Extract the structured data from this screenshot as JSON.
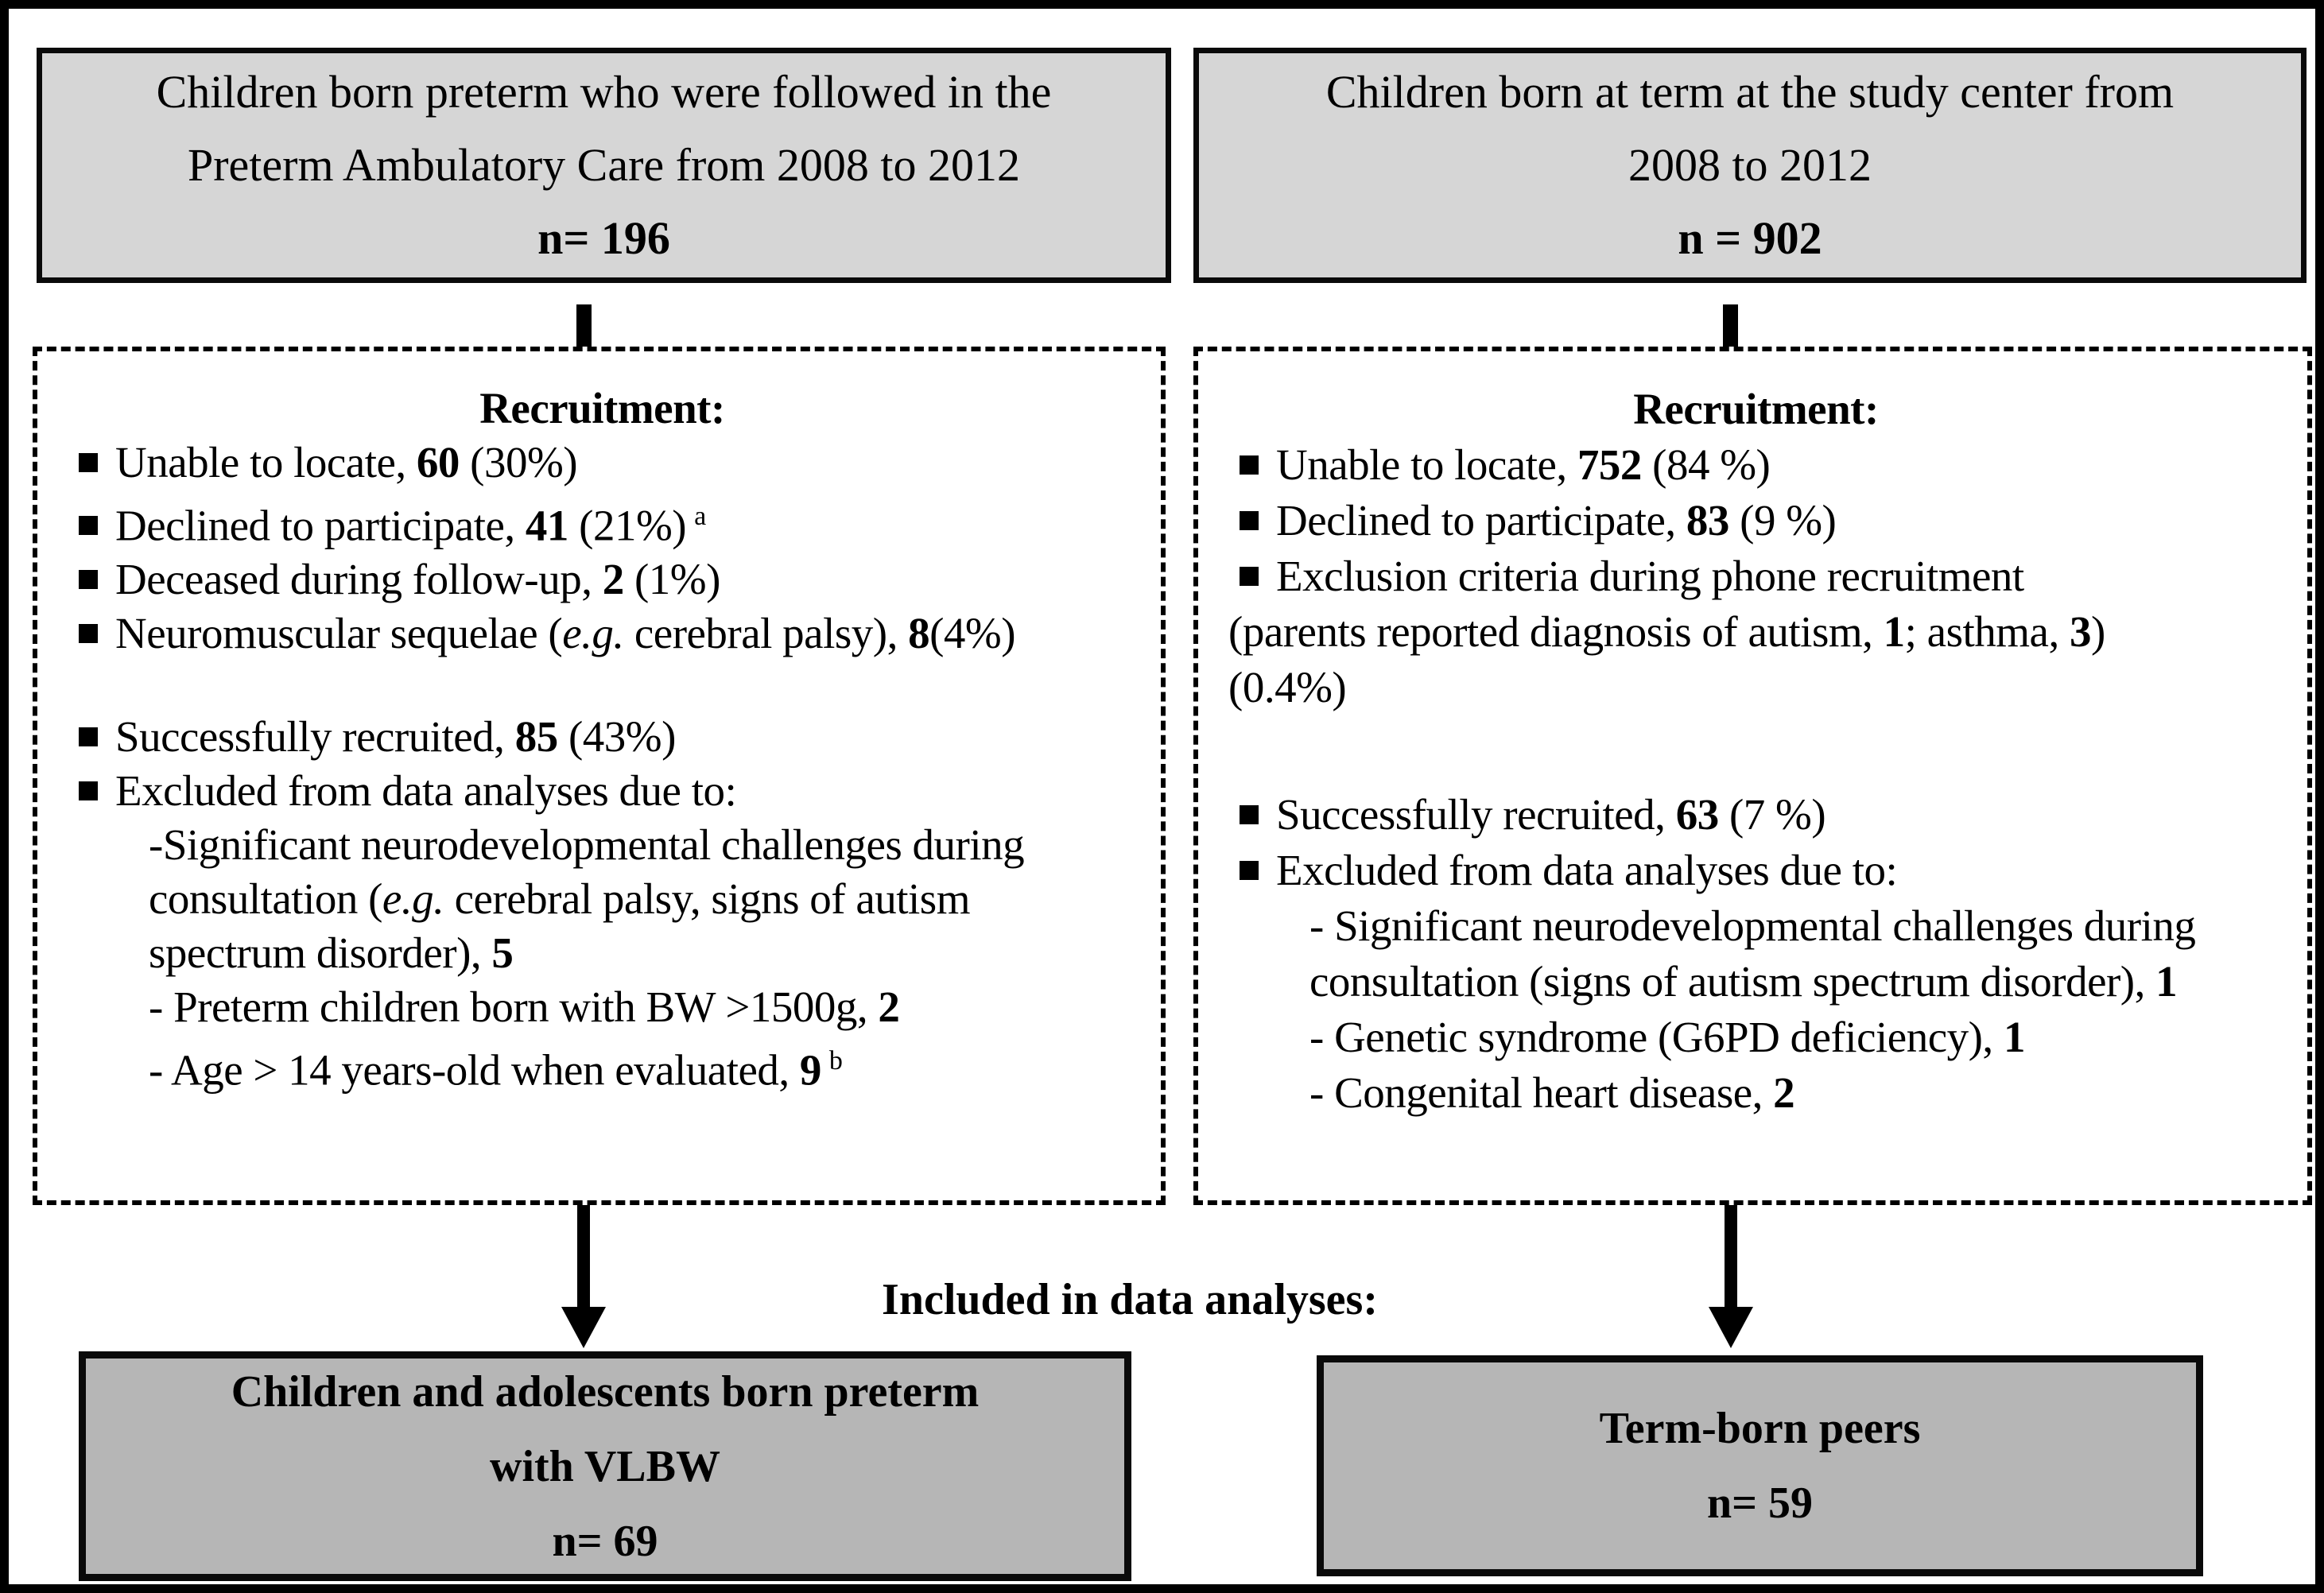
{
  "colors": {
    "source_box_fill": "#d6d6d6",
    "outcome_box_fill": "#b6b6b6",
    "line_color": "#000000"
  },
  "top_left_box": {
    "line1": "Children born preterm who were followed in the",
    "line2": "Preterm Ambulatory Care from 2008 to 2012",
    "n": "n= 196"
  },
  "top_right_box": {
    "line1": "Children born at term at the study center from",
    "line2": "2008 to 2012",
    "n": "n = 902"
  },
  "left_panel": {
    "title": "Recruitment:",
    "unable": {
      "pre": "Unable to locate, ",
      "num": "60",
      "post": " (30%)"
    },
    "declined": {
      "pre": "Declined to participate, ",
      "num": "41",
      "post": " (21%)",
      "sup": "a"
    },
    "deceased": {
      "pre": "Deceased during follow-up, ",
      "num": "2",
      "post": " (1%)"
    },
    "neuro": {
      "pre": "Neuromuscular sequelae (",
      "italic": "e.g.",
      "mid": " cerebral palsy), ",
      "num": "8",
      "post": "(4%)"
    },
    "recruited": {
      "pre": "Successfully recruited, ",
      "num": "85",
      "post": " (43%)"
    },
    "excluded": "Excluded from data analyses due to:",
    "sig_line1": "-Significant neurodevelopmental challenges during",
    "sig_line2_pre": "consultation (",
    "sig_line2_italic": "e.g.",
    "sig_line2_post": " cerebral palsy, signs of autism",
    "sig_line3": {
      "pre": "spectrum disorder), ",
      "num": "5"
    },
    "preterm_bw": {
      "pre": "- Preterm children born with BW >1500g, ",
      "num": "2"
    },
    "age": {
      "pre": "- Age > 14 years-old when evaluated, ",
      "num": "9",
      "sup": "b"
    }
  },
  "right_panel": {
    "title": "Recruitment:",
    "unable": {
      "pre": "Unable to locate, ",
      "num": "752",
      "post": " (84 %)"
    },
    "declined": {
      "pre": "Declined to participate, ",
      "num": "83",
      "post": " (9 %)"
    },
    "exclusion_line1": "Exclusion criteria during phone recruitment",
    "exclusion_line2": {
      "pre": "(parents reported diagnosis of autism, ",
      "num1": "1",
      "mid": "; asthma, ",
      "num2": "3",
      "post": ")"
    },
    "exclusion_line3": "(0.4%)",
    "recruited": {
      "pre": "Successfully recruited, ",
      "num": "63",
      "post": " (7 %)"
    },
    "excluded": "Excluded from data analyses due to:",
    "sig_line1": "- Significant neurodevelopmental challenges during",
    "sig_line2": {
      "pre": "consultation (signs of autism spectrum disorder), ",
      "num": "1"
    },
    "genetic": {
      "pre": "- Genetic syndrome (G6PD deficiency), ",
      "num": "1"
    },
    "heart": {
      "pre": "- Congenital heart disease, ",
      "num": "2"
    }
  },
  "middle_label": "Included in data analyses:",
  "bottom_left_box": {
    "line1": "Children and adolescents born preterm",
    "line2": "with VLBW",
    "n": "n= 69"
  },
  "bottom_right_box": {
    "line1": "Term-born peers",
    "n": "n= 59"
  }
}
